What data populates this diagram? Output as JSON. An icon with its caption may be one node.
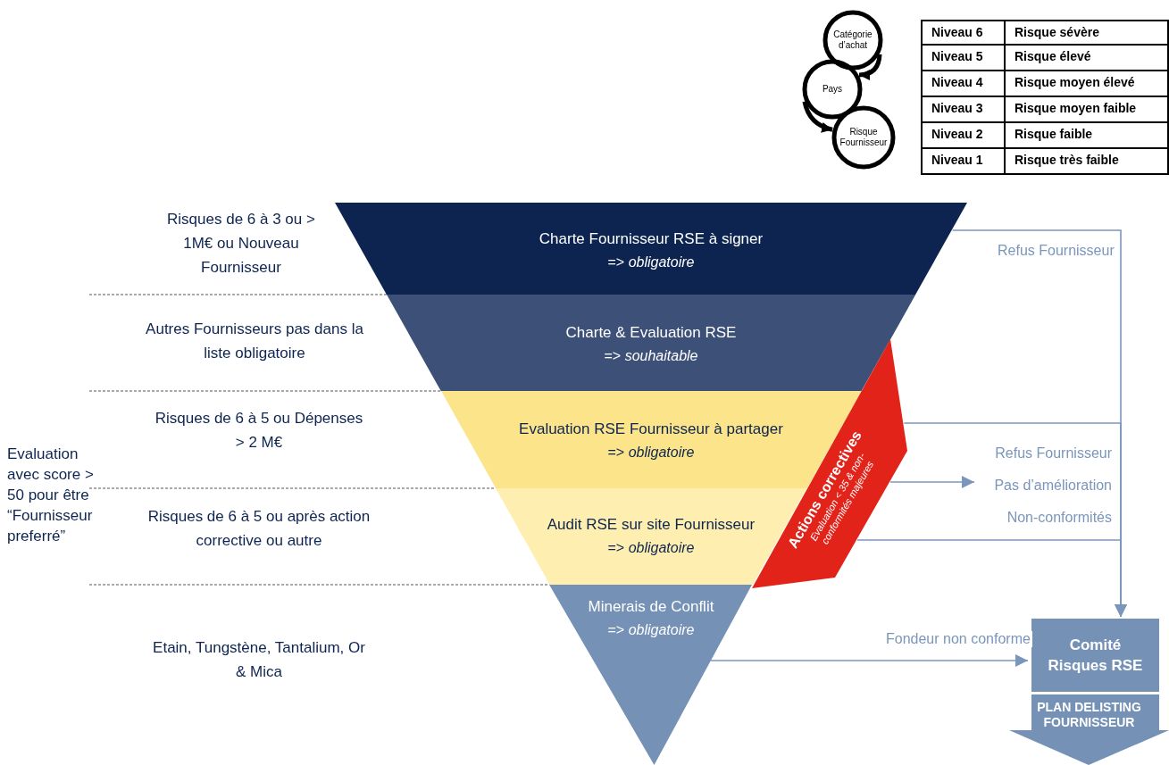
{
  "diagram": {
    "nodes": [
      {
        "text": [
          "Catégorie d’achat"
        ]
      },
      {
        "text": [
          "Pays"
        ]
      },
      {
        "text": [
          "Risque Fournisseur"
        ]
      },
      {
        "text": [
          "Charte Fournisseur RSE à signer",
          "=> *obligatoire*"
        ]
      },
      {
        "text": [
          "Charte & Evaluation RSE",
          "=> *souhaitable*"
        ]
      },
      {
        "text": [
          "Evaluation RSE Fournisseur à partager",
          "=> *obligatoire*"
        ]
      },
      {
        "text": [
          "Audit RSE sur site Fournisseur",
          "=> *obligatoire*"
        ]
      },
      {
        "text": [
          "Minerais de Conflit",
          "=> *obligatoire*"
        ]
      },
      {
        "text": [
          "Actions correctives",
          "Evaluation < 35 & non-conformités majeures"
        ]
      },
      {
        "text": [
          "Comité Risques RSE"
        ]
      },
      {
        "text": [
          "PLAN DELISTING FOURNISSEUR"
        ]
      },
      {
        "text": [
          "Refus Fournisseur",
          "Pas d’amélioration",
          "Non-conformités"
        ]
      }
    ],
    "edges": [
      {
        "from": 3,
        "to": 9,
        "arrow": "to",
        "label": "Refus Fournisseur"
      },
      {
        "from": 8,
        "to": 9,
        "arrow": "to"
      },
      {
        "from": 8,
        "to": 9,
        "arrow": "to"
      },
      {
        "from": 8,
        "to": 11,
        "arrow": "to"
      },
      {
        "from": 7,
        "to": 9,
        "arrow": "to",
        "label": "Fondeur non conforme"
      },
      {
        "from": 0,
        "to": 1,
        "arrow": "to",
        "style": "thick",
        "color": "#000000"
      },
      {
        "from": 1,
        "to": 2,
        "arrow": "to",
        "style": "thick",
        "color": "#000000"
      }
    ],
    "labels": [
      "Niveau 6",
      "Risque sévère",
      "Niveau 5",
      "Risque élevé",
      "Niveau 4",
      "Risque moyen élevé",
      "Niveau 3",
      "Risque moyen faible",
      "Niveau 2",
      "Risque faible",
      "Niveau 1",
      "Risque très faible",
      "Risques de 6 à 3 ou > 1M€ ou Nouveau Fournisseur",
      "Autres Fournisseurs pas dans la liste obligatoire",
      "Evaluation avec score > 50 pour être “Fournisseur preferré”",
      "Risques de 6 à 5 ou Dépenses > 2 M€",
      "Risques de 6 à 5 ou après action corrective ou autre",
      "Etain, Tungstène, Tantalium, Or & Mica"
    ]
  }
}
